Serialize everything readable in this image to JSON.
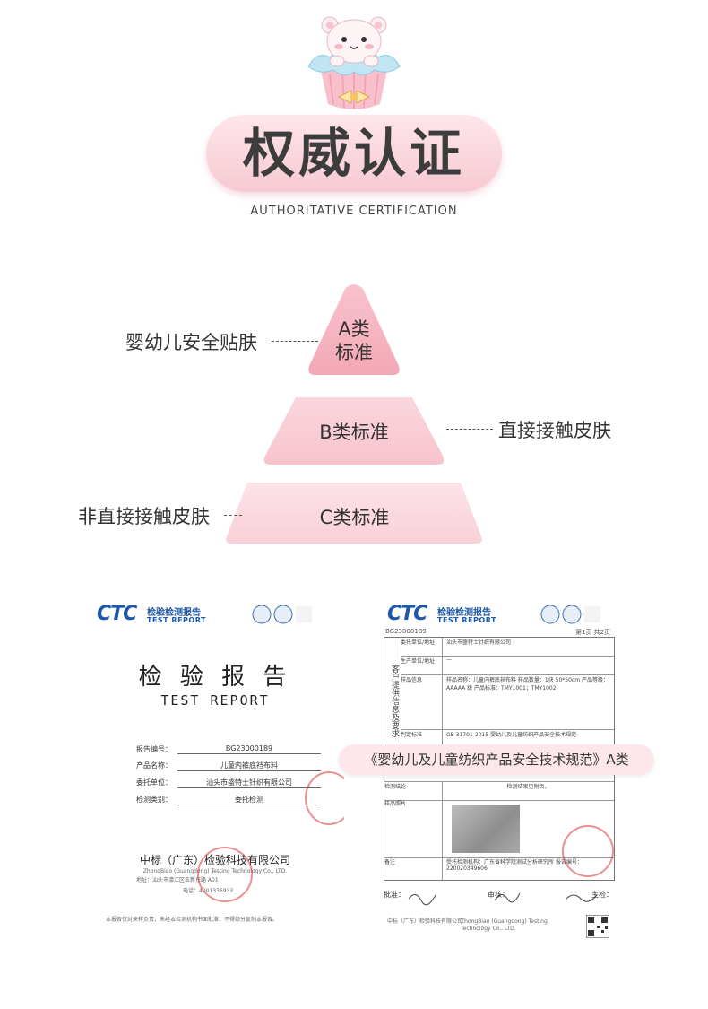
{
  "header": {
    "title": "权威认证",
    "subtitle": "AUTHORITATIVE CERTIFICATION"
  },
  "pyramid": {
    "tier_a_line1": "A类",
    "tier_a_line2": "标准",
    "tier_b": "B类标准",
    "tier_c": "C类标准",
    "label_a": "婴幼儿安全贴肤",
    "label_b": "直接接触皮肤",
    "label_c": "非直接接触皮肤"
  },
  "colors": {
    "pink_light": "#fde1e6",
    "pink_mid": "#f8c8d0",
    "pink_dark": "#f4a9b8",
    "logo_blue": "#1e58a8",
    "logo_red": "#e23a3a",
    "stamp_red": "#d73737"
  },
  "cert_left": {
    "logo": "CTC",
    "report_cn": "检验检测报告",
    "report_en": "TEST REPORT",
    "big_title_cn": "检 验 报 告",
    "big_title_en": "TEST REPORT",
    "rows": [
      {
        "label": "报告编号：",
        "value": "BG23000189"
      },
      {
        "label": "产品名称：",
        "value": "儿童内裤底裆布料"
      },
      {
        "label": "委托单位：",
        "value": "汕头市盛特士针织有限公司"
      },
      {
        "label": "检测类别：",
        "value": "委托检测"
      }
    ],
    "company_cn": "中标（广东）检验科技有限公司",
    "company_en": "ZhongBiao (Guangdong) Testing Technology Co., LTD.",
    "address": "地址：汕头市濠江区玉新东路 A01",
    "phone": "电话：4001336933",
    "footer": "本报告仅对来样负责，未经本检测机构书面批准，不得部分复制本报告。"
  },
  "cert_right": {
    "logo": "CTC",
    "report_cn": "检验检测报告",
    "report_en": "TEST REPORT",
    "report_no": "BG23000189",
    "page": "第1页 共2页",
    "side_label": "客户提供信息及要求",
    "rows": [
      {
        "label": "委托单位/地址",
        "value": "汕头市盛特士针织有限公司"
      },
      {
        "label": "生产单位/地址",
        "value": "—"
      },
      {
        "label": "样品信息",
        "value": "样品名称：儿童内裤底裆布料  样品数量：1块 50*50cm  产品等级：AAAAA 级  产品标准：TMY1001；TMY1002"
      },
      {
        "label": "判定标准",
        "value": "GB 31701-2015 婴幼儿及儿童纺织产品安全技术规范"
      },
      {
        "label": "检测结论",
        "value": "检测结果见附页。"
      },
      {
        "label": "样品照片",
        "value": ""
      },
      {
        "label": "备注",
        "value": "受托检测机构：广东省科学院测试分析研究所  报告编号：220020349606"
      }
    ],
    "sign_labels": [
      "批准：",
      "审核：",
      "主检："
    ],
    "footer_left": "中标（广东）检验科技有限公司",
    "footer_right": "ZhongBiao (Guangdong) Testing Technology Co., LTD."
  },
  "banner": {
    "text": "《婴幼儿及儿童纺织产品安全技术规范》A类"
  }
}
